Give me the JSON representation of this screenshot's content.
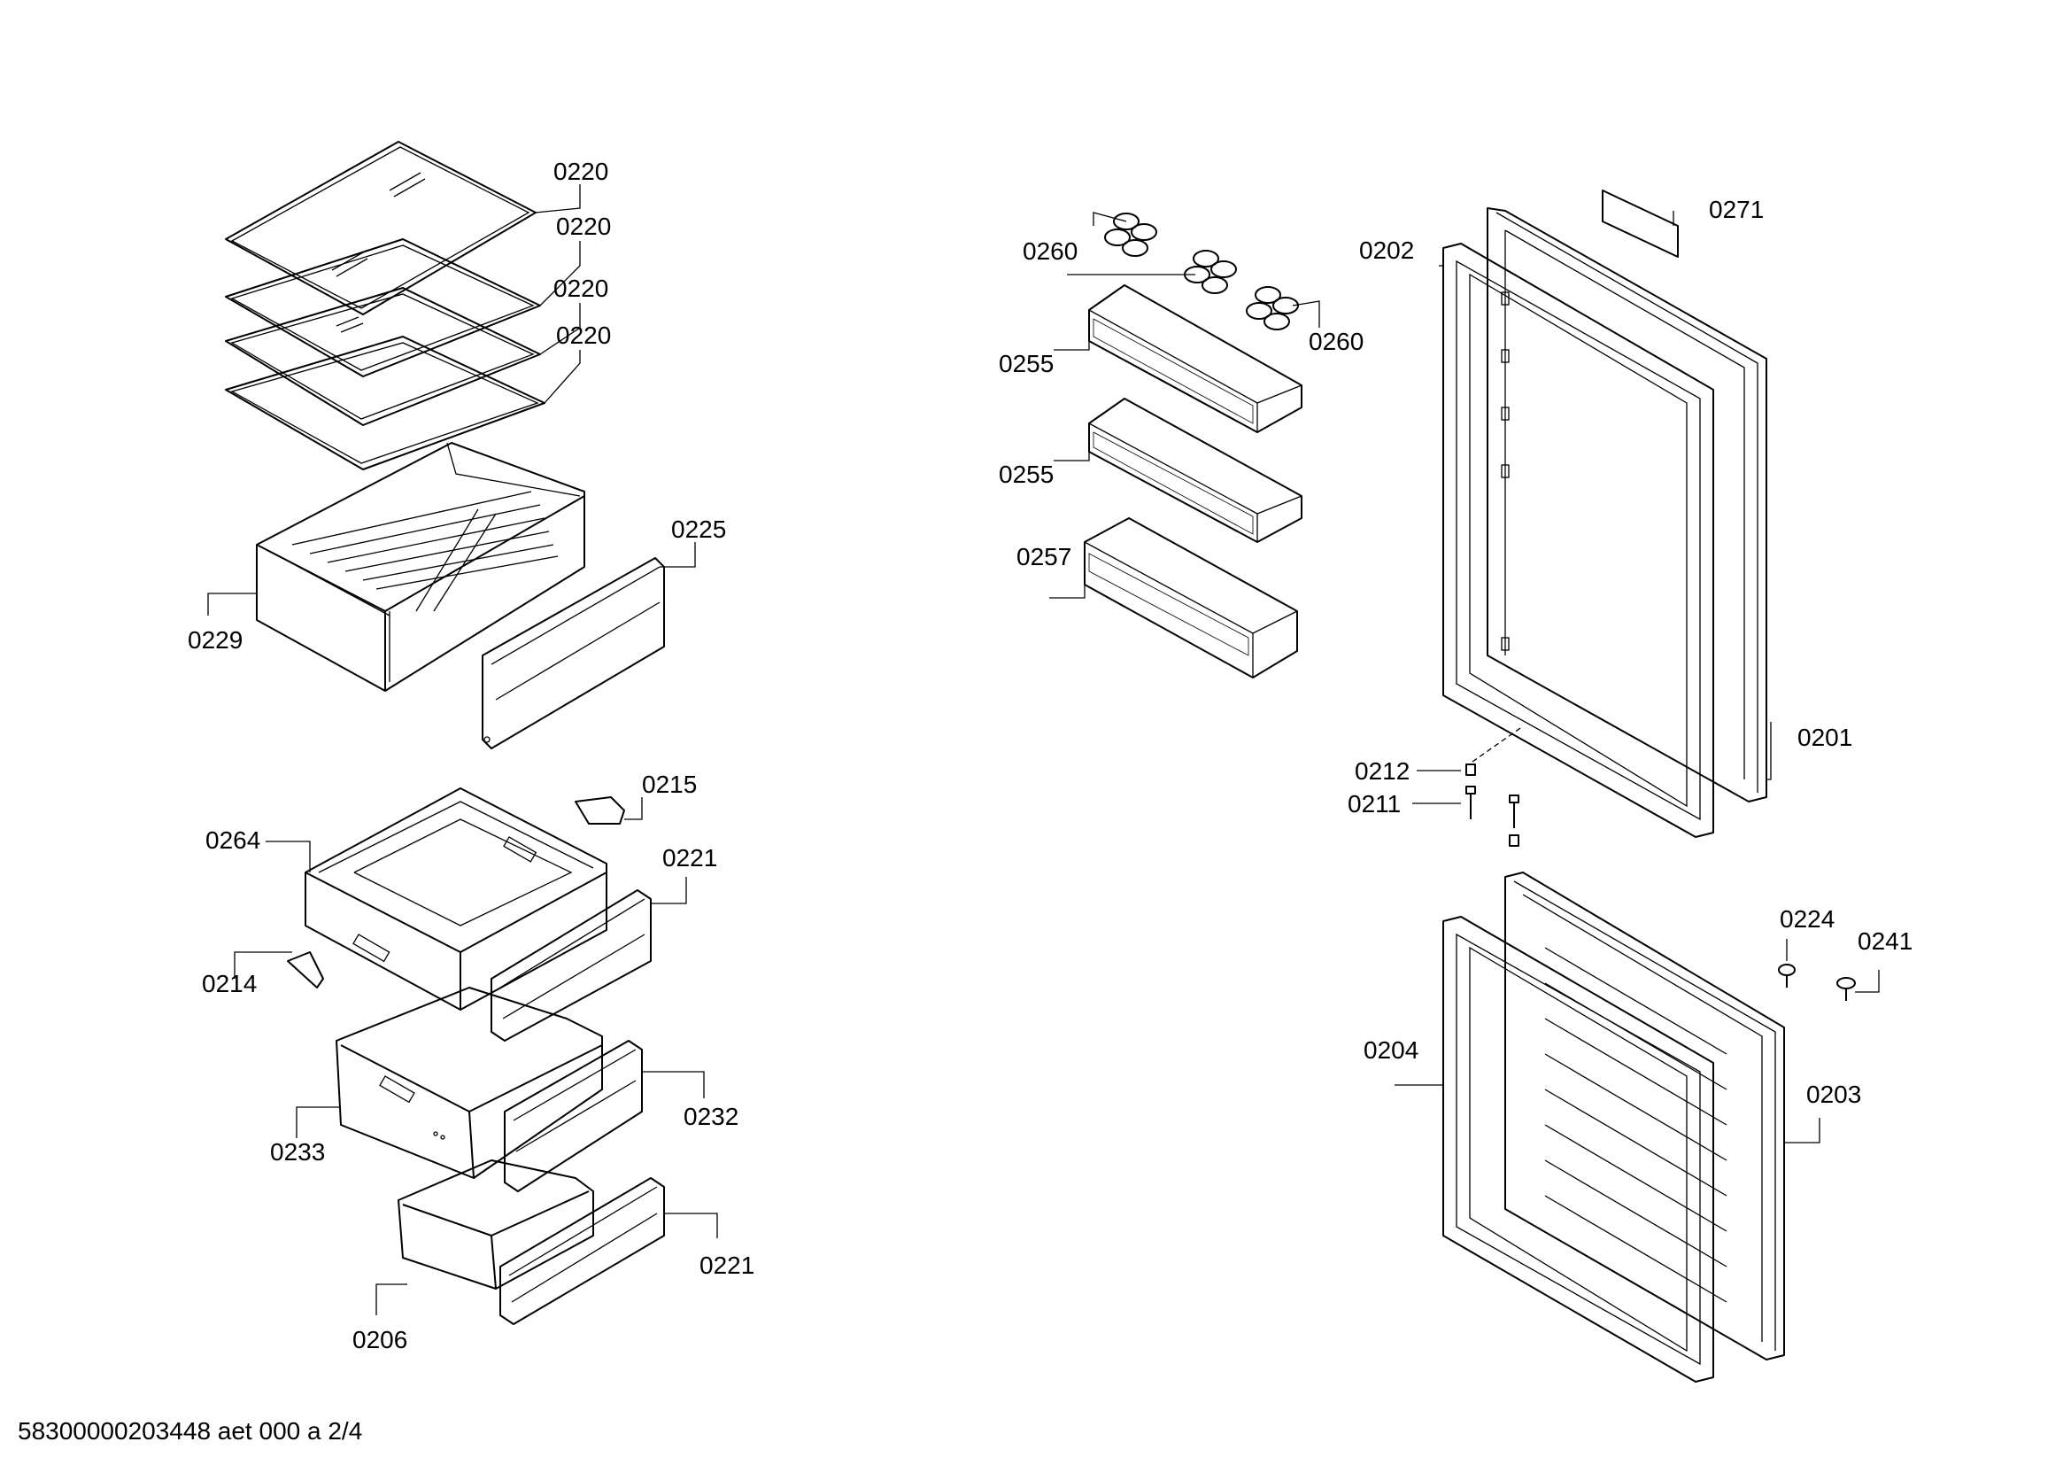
{
  "labels": {
    "shelf_1": "0220",
    "shelf_2": "0220",
    "shelf_3": "0220",
    "shelf_4": "0220",
    "crisper_cover": "0225",
    "crisper_drawer": "0229",
    "handle_clip": "0215",
    "freezer_drawer_top": "0264",
    "drawer_front_top": "0221",
    "drawer_clip": "0214",
    "drawer_front_mid": "0232",
    "freezer_drawer_mid": "0233",
    "drawer_front_bottom": "0221",
    "freezer_drawer_bottom": "0206",
    "egg_tray_top": "0260",
    "egg_tray_right": "0260",
    "door_shelf_1": "0255",
    "door_shelf_2": "0255",
    "bottle_shelf": "0257",
    "decor_strip": "0271",
    "fridge_door_seal": "0202",
    "fridge_door": "0201",
    "nut": "0212",
    "screw": "0211",
    "freezer_door_seal": "0204",
    "freezer_door": "0203",
    "hinge_pin": "0224",
    "hinge_bolt": "0241"
  },
  "footer": {
    "reference": "58300000203448 aet 000 a 2/4"
  }
}
